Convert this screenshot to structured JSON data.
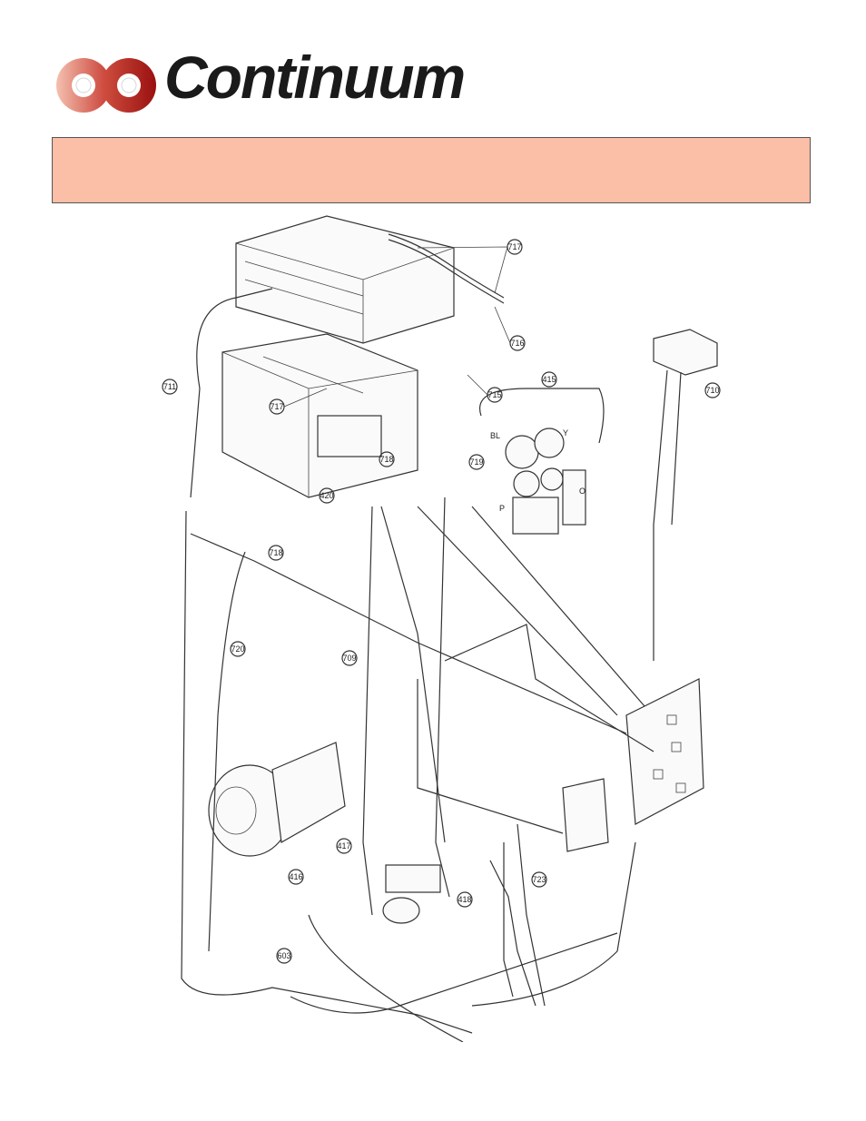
{
  "header": {
    "brand_name": "Continuum",
    "logo_icon": "double-ring-logo-icon",
    "brand_colors": {
      "ring_light": "#f4a896",
      "ring_dark": "#b02020",
      "banner": "#fbbea6"
    }
  },
  "banner": {
    "text": ""
  },
  "diagram": {
    "callouts": [
      {
        "id": "c717a",
        "label": "717"
      },
      {
        "id": "c716",
        "label": "716"
      },
      {
        "id": "c715",
        "label": "715"
      },
      {
        "id": "c415",
        "label": "415"
      },
      {
        "id": "c710",
        "label": "710"
      },
      {
        "id": "c711",
        "label": "711"
      },
      {
        "id": "c717b",
        "label": "717"
      },
      {
        "id": "c718a",
        "label": "718"
      },
      {
        "id": "c719",
        "label": "719"
      },
      {
        "id": "c420",
        "label": "420"
      },
      {
        "id": "c718b",
        "label": "718"
      },
      {
        "id": "c720",
        "label": "720"
      },
      {
        "id": "c709",
        "label": "709"
      },
      {
        "id": "c416",
        "label": "416"
      },
      {
        "id": "c417",
        "label": "417"
      },
      {
        "id": "c418",
        "label": "418"
      },
      {
        "id": "c723",
        "label": "723"
      },
      {
        "id": "c603",
        "label": "603"
      }
    ],
    "wire_color_marks": [
      "BL",
      "Y",
      "P",
      "O"
    ]
  }
}
